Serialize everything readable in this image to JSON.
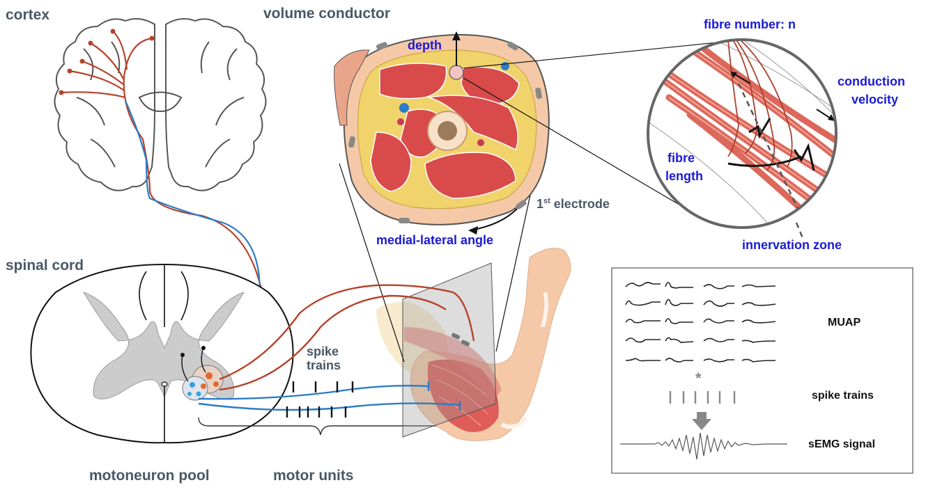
{
  "labels": {
    "cortex": "cortex",
    "volume_conductor": "volume conductor",
    "spinal_cord": "spinal cord",
    "motoneuron_pool": "motoneuron pool",
    "motor_units": "motor units",
    "spike_trains_left_1": "spike",
    "spike_trains_left_2": "trains",
    "depth": "depth",
    "electrode_sup": "st",
    "electrode_pre": "1",
    "electrode_post": " electrode",
    "medial_lateral_angle": "medial-lateral angle",
    "fibre_number": "fibre number: n",
    "conduction_1": "conduction",
    "conduction_2": "velocity",
    "fibre_length_1": "fibre",
    "fibre_length_2": "length",
    "innervation_zone": "innervation zone",
    "muap": "MUAP",
    "spike_trains_right": "spike trains",
    "asterisk": "*",
    "semg_signal": "sEMG signal"
  },
  "colors": {
    "label_gray": "#4a5866",
    "label_blue": "#1a1ad6",
    "nerve_red": "#b5432b",
    "nerve_blue": "#2a7cc7",
    "muscle": "#d94a4a",
    "fat": "#f1d36b",
    "skin": "#f5c9a8"
  },
  "icons": [
    "brain-outline",
    "spinal-cord-cross-section",
    "limb-cross-section",
    "muscle-fibre-magnifier",
    "arm-muscle",
    "down-arrow-icon"
  ]
}
